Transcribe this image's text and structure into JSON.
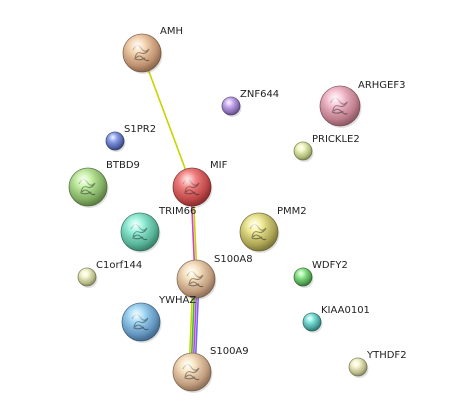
{
  "nodes": [
    {
      "id": "AMH",
      "label": "AMH",
      "color": "#d9a27a",
      "structure": true
    },
    {
      "id": "ZNF644",
      "label": "ZNF644",
      "color": "#9b7bd0",
      "structure": false
    },
    {
      "id": "ARHGEF3",
      "label": "ARHGEF3",
      "color": "#d98a9c",
      "structure": true
    },
    {
      "id": "S1PR2",
      "label": "S1PR2",
      "color": "#5a6fc4",
      "structure": false
    },
    {
      "id": "PRICKLE2",
      "label": "PRICKLE2",
      "color": "#c9d98a",
      "structure": false
    },
    {
      "id": "BTBD9",
      "label": "BTBD9",
      "color": "#8fc46a",
      "structure": true
    },
    {
      "id": "MIF",
      "label": "MIF",
      "color": "#d94a4a",
      "structure": true
    },
    {
      "id": "TRIM66",
      "label": "TRIM66",
      "color": "#5ccaa8",
      "structure": true
    },
    {
      "id": "PMM2",
      "label": "PMM2",
      "color": "#c4ba5a",
      "structure": true
    },
    {
      "id": "C1orf144",
      "label": "C1orf144",
      "color": "#d3d69a",
      "structure": false
    },
    {
      "id": "S100A8",
      "label": "S100A8",
      "color": "#dcb08a",
      "structure": true
    },
    {
      "id": "WDFY2",
      "label": "WDFY2",
      "color": "#5cbd5c",
      "structure": false
    },
    {
      "id": "YWHAZ",
      "label": "YWHAZ",
      "color": "#6aa6d9",
      "structure": true
    },
    {
      "id": "KIAA0101",
      "label": "KIAA0101",
      "color": "#4db8b0",
      "structure": false
    },
    {
      "id": "S100A9",
      "label": "S100A9",
      "color": "#dcb08a",
      "structure": true
    },
    {
      "id": "YTHDF2",
      "label": "YTHDF2",
      "color": "#d6d49a",
      "structure": false
    }
  ],
  "edges": [
    {
      "source": "AMH",
      "target": "MIF",
      "colors": [
        "#c8d400"
      ]
    },
    {
      "source": "MIF",
      "target": "S100A8",
      "colors": [
        "#c8d400",
        "#cc44cc"
      ]
    },
    {
      "source": "S100A8",
      "target": "S100A9",
      "colors": [
        "#6a6aff",
        "#cc44cc",
        "#3cb83c",
        "#c8d400"
      ]
    }
  ]
}
